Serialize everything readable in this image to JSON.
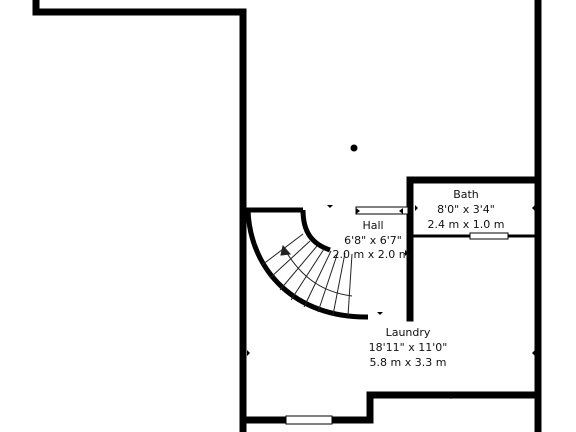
{
  "floorplan": {
    "rooms": [
      {
        "id": "bath",
        "name": "Bath",
        "imperial": "8'0\" x 3'4\"",
        "metric": "2.4 m x 1.0 m"
      },
      {
        "id": "hall",
        "name": "Hall",
        "imperial": "6'8\" x 6'7\"",
        "metric": "2.0 m x 2.0 m"
      },
      {
        "id": "laundry",
        "name": "Laundry",
        "imperial": "18'11\" x 11'0\"",
        "metric": "5.8 m x 3.3 m"
      }
    ],
    "colors": {
      "wall": "#000000",
      "background": "#ffffff",
      "line": "#111111"
    }
  }
}
